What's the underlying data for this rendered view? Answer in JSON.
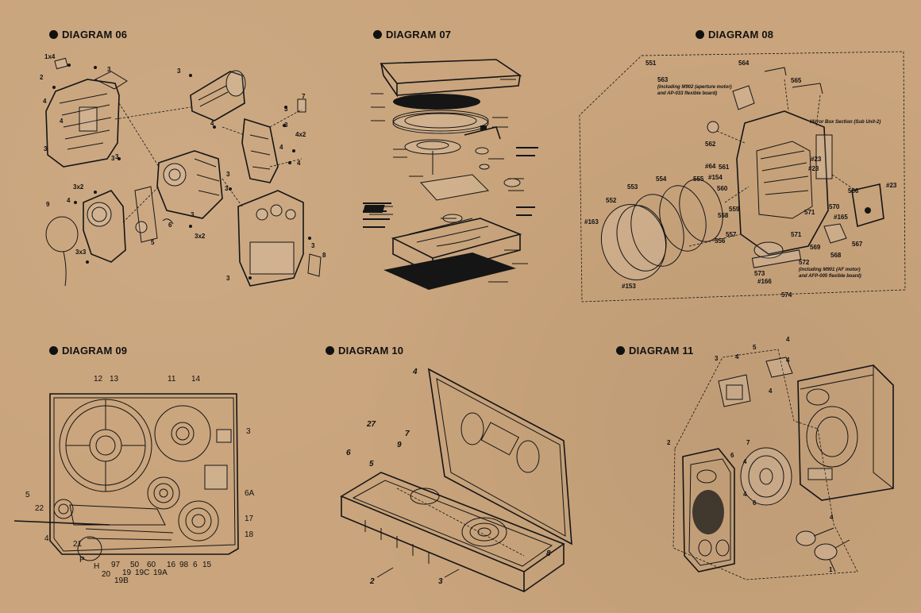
{
  "colors": {
    "background": "#c9a47c",
    "ink": "#151515"
  },
  "diagrams": [
    {
      "id": "06",
      "title": "DIAGRAM 06",
      "labels": [
        "1x4",
        "3",
        "2",
        "4",
        "3",
        "7",
        "3",
        "4",
        "3",
        "4x2",
        "3",
        "4",
        "4",
        "3x2",
        "9",
        "4",
        "6",
        "5",
        "3x3",
        "3",
        "3",
        "3x2",
        "3",
        "8",
        "3",
        "3",
        "3",
        "3",
        "4"
      ]
    },
    {
      "id": "07",
      "title": "DIAGRAM 07"
    },
    {
      "id": "08",
      "title": "DIAGRAM 08",
      "labels": [
        "551",
        "564",
        "563",
        "565",
        "562",
        "#64",
        "561",
        "#23",
        "#23",
        "#23",
        "566",
        "552",
        "553",
        "554",
        "555",
        "560",
        "#154",
        "559",
        "558",
        "570",
        "#165",
        "571",
        "571",
        "557",
        "556",
        "569",
        "568",
        "567",
        "#163",
        "#153",
        "572",
        "573",
        "#166",
        "574"
      ],
      "notes": {
        "n563": "(including M902 (aperture motor)",
        "n563b": "and AP-033 flexible board)",
        "mirror": "Mirror Box Section (Sub Unit-2)",
        "n572": "(including M901 (AF motor)",
        "n572b": "and AFP-005 flexible board)"
      }
    },
    {
      "id": "09",
      "title": "DIAGRAM 09",
      "labels": [
        "12",
        "13",
        "11",
        "14",
        "3",
        "6A",
        "5",
        "22",
        "17",
        "18",
        "4",
        "21",
        "P",
        "H",
        "20",
        "97",
        "50",
        "60",
        "16",
        "98",
        "6",
        "15",
        "19",
        "19C",
        "19A",
        "19B"
      ]
    },
    {
      "id": "10",
      "title": "DIAGRAM 10",
      "labels": [
        "4",
        "27",
        "9",
        "7",
        "6",
        "5",
        "8",
        "2",
        "3"
      ]
    },
    {
      "id": "11",
      "title": "DIAGRAM 11",
      "labels": [
        "4",
        "3",
        "5",
        "4",
        "4",
        "4",
        "2",
        "7",
        "6",
        "4",
        "4",
        "6",
        "4",
        "1"
      ]
    }
  ]
}
